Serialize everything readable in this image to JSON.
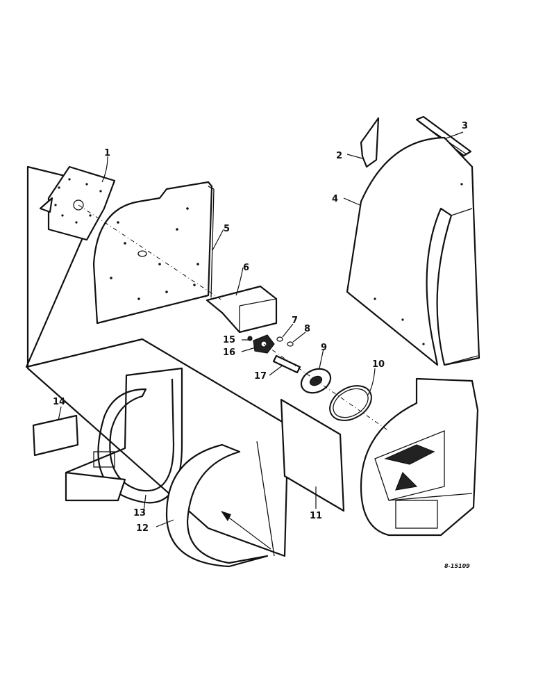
{
  "callouts": [
    {
      "id": "1",
      "label": "1"
    },
    {
      "id": "2",
      "label": "2"
    },
    {
      "id": "3",
      "label": "3"
    },
    {
      "id": "4",
      "label": "4"
    },
    {
      "id": "5",
      "label": "5"
    },
    {
      "id": "6",
      "label": "6"
    },
    {
      "id": "7",
      "label": "7"
    },
    {
      "id": "8",
      "label": "8"
    },
    {
      "id": "9",
      "label": "9"
    },
    {
      "id": "10",
      "label": "10"
    },
    {
      "id": "11",
      "label": "11"
    },
    {
      "id": "12",
      "label": "12"
    },
    {
      "id": "13",
      "label": "13"
    },
    {
      "id": "14",
      "label": "14"
    },
    {
      "id": "15",
      "label": "15"
    },
    {
      "id": "16",
      "label": "16"
    },
    {
      "id": "17",
      "label": "17"
    }
  ],
  "drawing_code": "8-15109"
}
